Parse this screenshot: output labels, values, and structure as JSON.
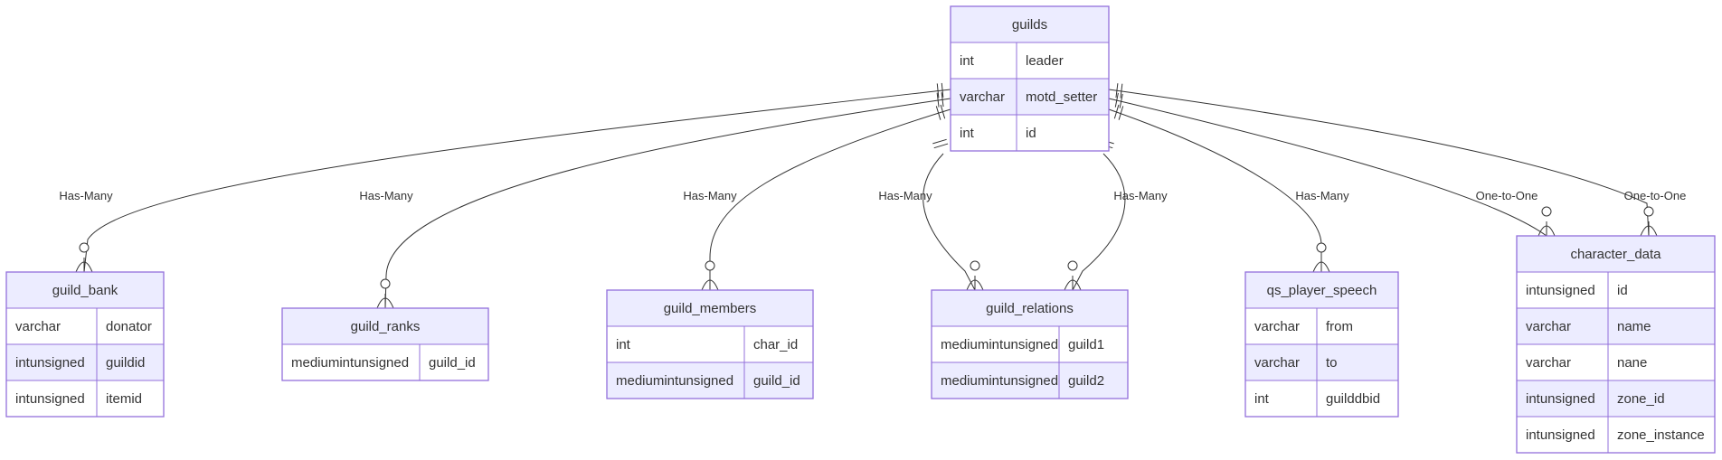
{
  "colors": {
    "entity_fill": "#ECECFF",
    "row_alt_fill": "#ECECFF",
    "row_fill": "#FFFFFF",
    "entity_border": "#9370DB",
    "line": "#333333",
    "text": "#333333"
  },
  "entities": [
    {
      "id": "guilds",
      "name": "guilds",
      "attributes": [
        {
          "type": "int",
          "name": "leader"
        },
        {
          "type": "varchar",
          "name": "motd_setter"
        },
        {
          "type": "int",
          "name": "id"
        }
      ]
    },
    {
      "id": "guild_bank",
      "name": "guild_bank",
      "attributes": [
        {
          "type": "varchar",
          "name": "donator"
        },
        {
          "type": "intunsigned",
          "name": "guildid"
        },
        {
          "type": "intunsigned",
          "name": "itemid"
        }
      ]
    },
    {
      "id": "guild_ranks",
      "name": "guild_ranks",
      "attributes": [
        {
          "type": "mediumintunsigned",
          "name": "guild_id"
        }
      ]
    },
    {
      "id": "guild_members",
      "name": "guild_members",
      "attributes": [
        {
          "type": "int",
          "name": "char_id"
        },
        {
          "type": "mediumintunsigned",
          "name": "guild_id"
        }
      ]
    },
    {
      "id": "guild_relations",
      "name": "guild_relations",
      "attributes": [
        {
          "type": "mediumintunsigned",
          "name": "guild1"
        },
        {
          "type": "mediumintunsigned",
          "name": "guild2"
        }
      ]
    },
    {
      "id": "qs_player_speech",
      "name": "qs_player_speech",
      "attributes": [
        {
          "type": "varchar",
          "name": "from"
        },
        {
          "type": "varchar",
          "name": "to"
        },
        {
          "type": "int",
          "name": "guilddbid"
        }
      ]
    },
    {
      "id": "character_data",
      "name": "character_data",
      "attributes": [
        {
          "type": "intunsigned",
          "name": "id"
        },
        {
          "type": "varchar",
          "name": "name"
        },
        {
          "type": "varchar",
          "name": "nane"
        },
        {
          "type": "intunsigned",
          "name": "zone_id"
        },
        {
          "type": "intunsigned",
          "name": "zone_instance"
        }
      ]
    }
  ],
  "relationships": [
    {
      "from": "guilds",
      "to": "guild_bank",
      "label": "Has-Many"
    },
    {
      "from": "guilds",
      "to": "guild_ranks",
      "label": "Has-Many"
    },
    {
      "from": "guilds",
      "to": "guild_members",
      "label": "Has-Many"
    },
    {
      "from": "guilds",
      "to": "guild_relations",
      "label": "Has-Many"
    },
    {
      "from": "guilds",
      "to": "guild_relations",
      "label": "Has-Many"
    },
    {
      "from": "guilds",
      "to": "qs_player_speech",
      "label": "Has-Many"
    },
    {
      "from": "guilds",
      "to": "character_data",
      "label": "One-to-One"
    },
    {
      "from": "guilds",
      "to": "character_data",
      "label": "One-to-One"
    }
  ]
}
